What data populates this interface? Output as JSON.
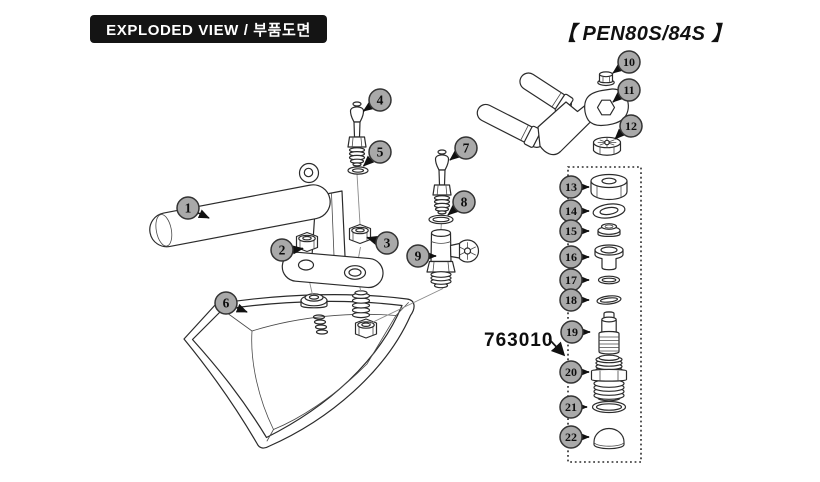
{
  "header": {
    "title": "EXPLODED VIEW / 부품도면",
    "model": "【 PEN80S/84S 】"
  },
  "kit": {
    "code": "763010"
  },
  "callouts": [
    "1",
    "2",
    "3",
    "4",
    "5",
    "6",
    "7",
    "8",
    "9",
    "10",
    "11",
    "12",
    "13",
    "14",
    "15",
    "16",
    "17",
    "18",
    "19",
    "20",
    "21",
    "22"
  ]
}
